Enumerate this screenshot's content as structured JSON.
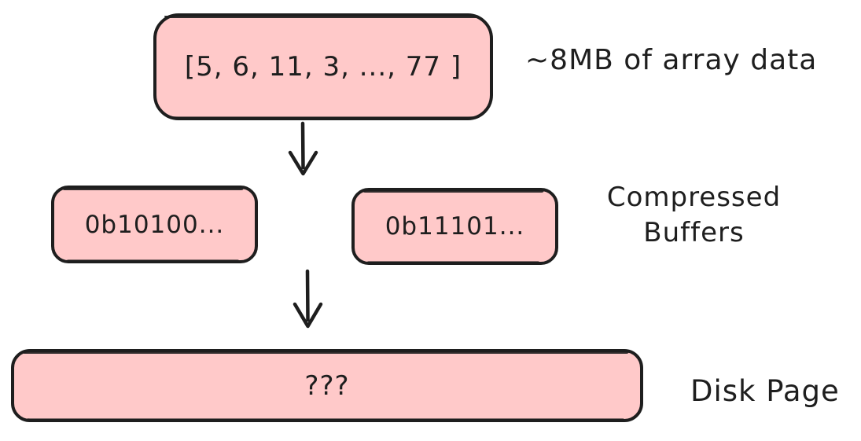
{
  "diagram": {
    "title_hint": "array compression to disk page flow",
    "array_box_text": "[5, 6, 11, 3, ..., 77 ]",
    "array_label": "~8MB of array data",
    "buffer_boxes": [
      {
        "text": "0b10100..."
      },
      {
        "text": "0b11101..."
      }
    ],
    "buffer_label": {
      "line1": "Compressed",
      "line2": "Buffers"
    },
    "disk_box_text": "???",
    "disk_label": "Disk Page",
    "colors": {
      "box_fill": "#ffc9c9",
      "stroke": "#1e1e1e",
      "background": "#ffffff"
    }
  }
}
